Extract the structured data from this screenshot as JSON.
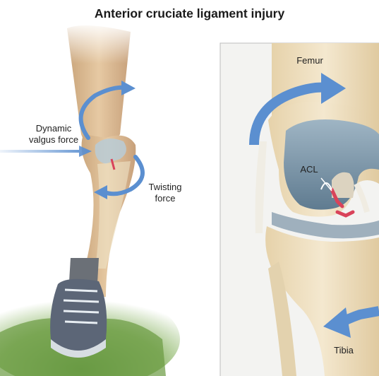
{
  "title": "Anterior cruciate ligament injury",
  "labels": {
    "dynamic_valgus_line1": "Dynamic",
    "dynamic_valgus_line2": "valgus force",
    "twisting_line1": "Twisting",
    "twisting_line2": "force",
    "femur": "Femur",
    "acl": "ACL",
    "tibia": "Tibia"
  },
  "colors": {
    "arrow_blue": "#5b8fd0",
    "bone": "#eedfbf",
    "cartilage": "#7a95a8",
    "ligament_red": "#d9435a",
    "skin": "#d8b78f",
    "grass": "#5e8f3a",
    "shoe": "#5c6677"
  }
}
